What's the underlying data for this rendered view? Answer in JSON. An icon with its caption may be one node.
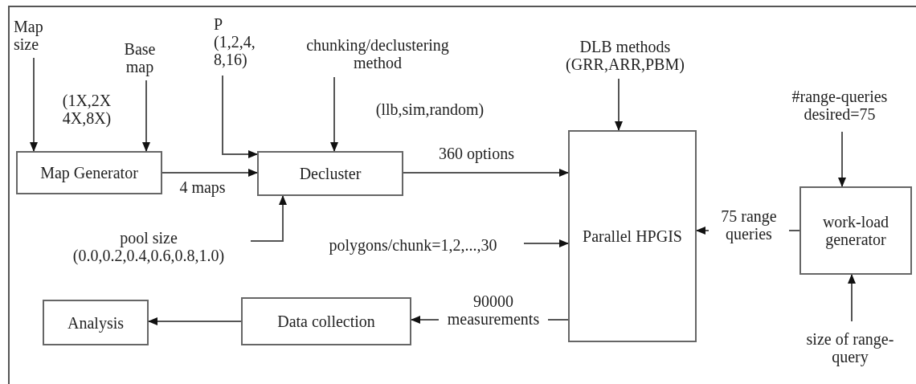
{
  "diagram": {
    "nodes": [
      {
        "text": [
          "Map Generator"
        ]
      },
      {
        "text": [
          "Decluster"
        ]
      },
      {
        "text": [
          "Parallel HPGIS"
        ]
      },
      {
        "text": [
          "work-load generator"
        ]
      },
      {
        "text": [
          "Data collection"
        ]
      },
      {
        "text": [
          "Analysis"
        ]
      },
      {
        "text": [
          "Map size"
        ]
      },
      {
        "text": [
          "Base map"
        ]
      },
      {
        "text": [
          "P",
          "(1,2,4, 8,16)"
        ]
      },
      {
        "text": [
          "chunking/declustering method"
        ]
      },
      {
        "text": [
          "pool size",
          "(0.0,0.2,0.4,0.6,0.8,1.0)"
        ]
      },
      {
        "text": [
          "polygons/chunk=1,2,...,30"
        ]
      },
      {
        "text": [
          "DLB methods (GRR,ARR,PBM)"
        ]
      },
      {
        "text": [
          "#range-queries desired=75"
        ]
      },
      {
        "text": [
          "size of range-query"
        ]
      }
    ],
    "edges": [
      {
        "from": 6,
        "to": 0,
        "arrow": "to"
      },
      {
        "from": 7,
        "to": 0,
        "arrow": "to"
      },
      {
        "from": 8,
        "to": 1,
        "arrow": "to"
      },
      {
        "from": 9,
        "to": 1,
        "arrow": "to"
      },
      {
        "from": 0,
        "to": 1,
        "arrow": "to",
        "label": "4 maps"
      },
      {
        "from": 10,
        "to": 1,
        "arrow": "to"
      },
      {
        "from": 1,
        "to": 2,
        "arrow": "to",
        "label": "360 options"
      },
      {
        "from": 11,
        "to": 2,
        "arrow": "to"
      },
      {
        "from": 12,
        "to": 2,
        "arrow": "to"
      },
      {
        "from": 3,
        "to": 2,
        "arrow": "to",
        "label": "75 range queries"
      },
      {
        "from": 13,
        "to": 3,
        "arrow": "to"
      },
      {
        "from": 14,
        "to": 3,
        "arrow": "to"
      },
      {
        "from": 2,
        "to": 4,
        "arrow": "to",
        "label": "90000 measurements"
      },
      {
        "from": 4,
        "to": 5,
        "arrow": "to"
      }
    ],
    "labels": [
      "(1X,2X 4X,8X)",
      "(llb,sim,random)"
    ]
  }
}
